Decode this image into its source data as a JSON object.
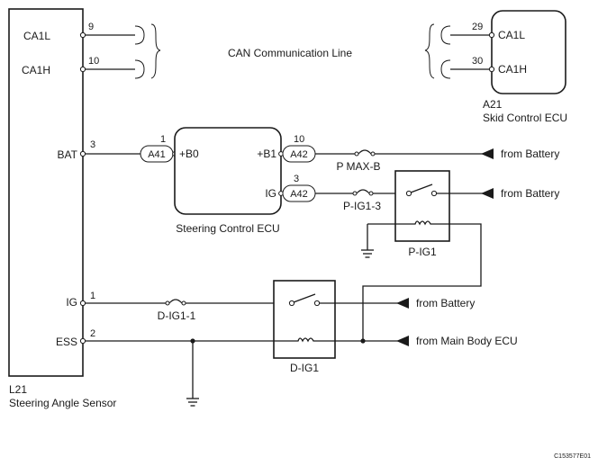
{
  "steering_angle_sensor": {
    "code": "L21",
    "name": "Steering Angle Sensor",
    "pins": {
      "ca1l": {
        "label": "CA1L",
        "num": "9"
      },
      "ca1h": {
        "label": "CA1H",
        "num": "10"
      },
      "bat": {
        "label": "BAT",
        "num": "3"
      },
      "ig": {
        "label": "IG",
        "num": "1"
      },
      "ess": {
        "label": "ESS",
        "num": "2"
      }
    }
  },
  "can_line_label": "CAN Communication Line",
  "skid_control_ecu": {
    "code": "A21",
    "name": "Skid Control ECU",
    "pins": {
      "ca1l": {
        "label": "CA1L",
        "num": "29"
      },
      "ca1h": {
        "label": "CA1H",
        "num": "30"
      }
    }
  },
  "steering_control_ecu": {
    "name": "Steering Control ECU",
    "b0": {
      "label": "+B0",
      "connector": "A41",
      "num": "1"
    },
    "b1": {
      "label": "+B1",
      "connector": "A42",
      "num": "10"
    },
    "ig": {
      "label": "IG",
      "connector": "A42",
      "num": "3"
    }
  },
  "fuses": {
    "pmax": "P MAX-B",
    "pig13": "P-IG1-3",
    "dig11": "D-IG1-1"
  },
  "relays": {
    "pig1": "P-IG1",
    "dig1": "D-IG1"
  },
  "sources": {
    "battery1": "from Battery",
    "battery2": "from Battery",
    "battery3": "from Battery",
    "main_body": "from Main Body ECU"
  },
  "figure_code": "C153577E01"
}
